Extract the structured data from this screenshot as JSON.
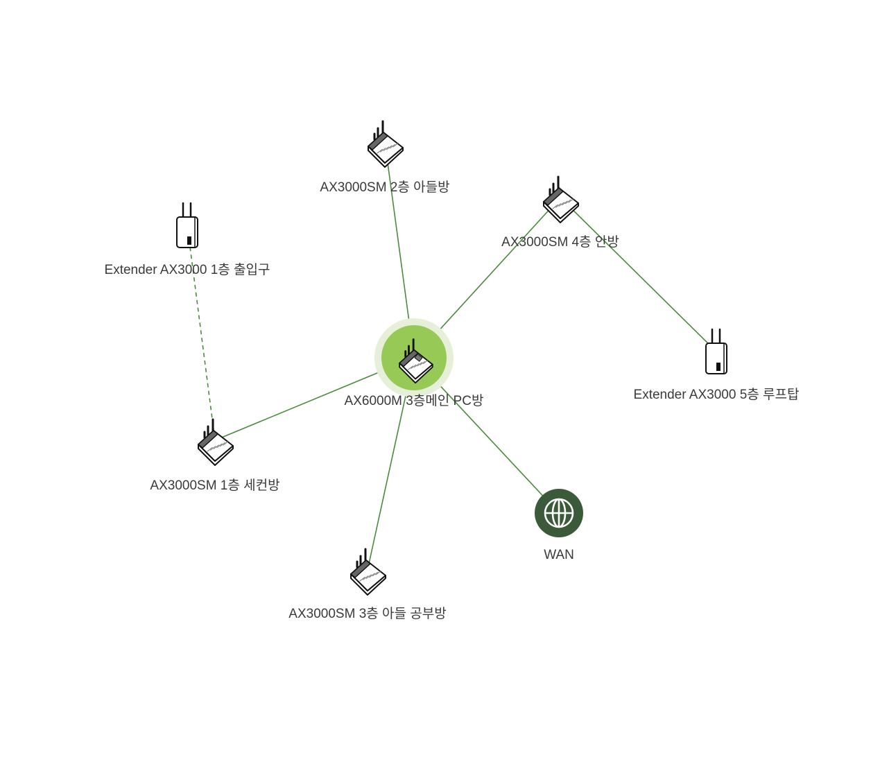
{
  "colors": {
    "link": "#4a8a3c",
    "main_halo": "#e6f0d8",
    "main_fill": "#97c956",
    "wan_fill": "#3b5a3a",
    "label": "#3a3a3a"
  },
  "nodes": [
    {
      "id": "main",
      "label": "AX6000M 3층메인 PC방",
      "kind": "main-router",
      "icon": "router-icon"
    },
    {
      "id": "ax2",
      "label": "AX3000SM 2층 아들방",
      "kind": "mesh-router",
      "icon": "router-icon"
    },
    {
      "id": "ax4",
      "label": "AX3000SM 4층 안방",
      "kind": "mesh-router",
      "icon": "router-icon"
    },
    {
      "id": "ext1",
      "label": "Extender AX3000 1층 출입구",
      "kind": "extender",
      "icon": "extender-icon"
    },
    {
      "id": "ext5",
      "label": "Extender AX3000 5층 루프탑",
      "kind": "extender",
      "icon": "extender-icon"
    },
    {
      "id": "ax1",
      "label": "AX3000SM 1층 세컨방",
      "kind": "mesh-router",
      "icon": "router-icon"
    },
    {
      "id": "ax3",
      "label": "AX3000SM 3층 아들 공부방",
      "kind": "mesh-router",
      "icon": "router-icon"
    },
    {
      "id": "wan",
      "label": "WAN",
      "kind": "wan",
      "icon": "globe-icon"
    }
  ],
  "links": [
    {
      "from": "main",
      "to": "ax2",
      "style": "solid"
    },
    {
      "from": "main",
      "to": "ax4",
      "style": "solid"
    },
    {
      "from": "ax4",
      "to": "ext5",
      "style": "solid"
    },
    {
      "from": "main",
      "to": "ax1",
      "style": "solid"
    },
    {
      "from": "ax1",
      "to": "ext1",
      "style": "dashed"
    },
    {
      "from": "main",
      "to": "ax3",
      "style": "solid"
    },
    {
      "from": "main",
      "to": "wan",
      "style": "solid"
    }
  ]
}
